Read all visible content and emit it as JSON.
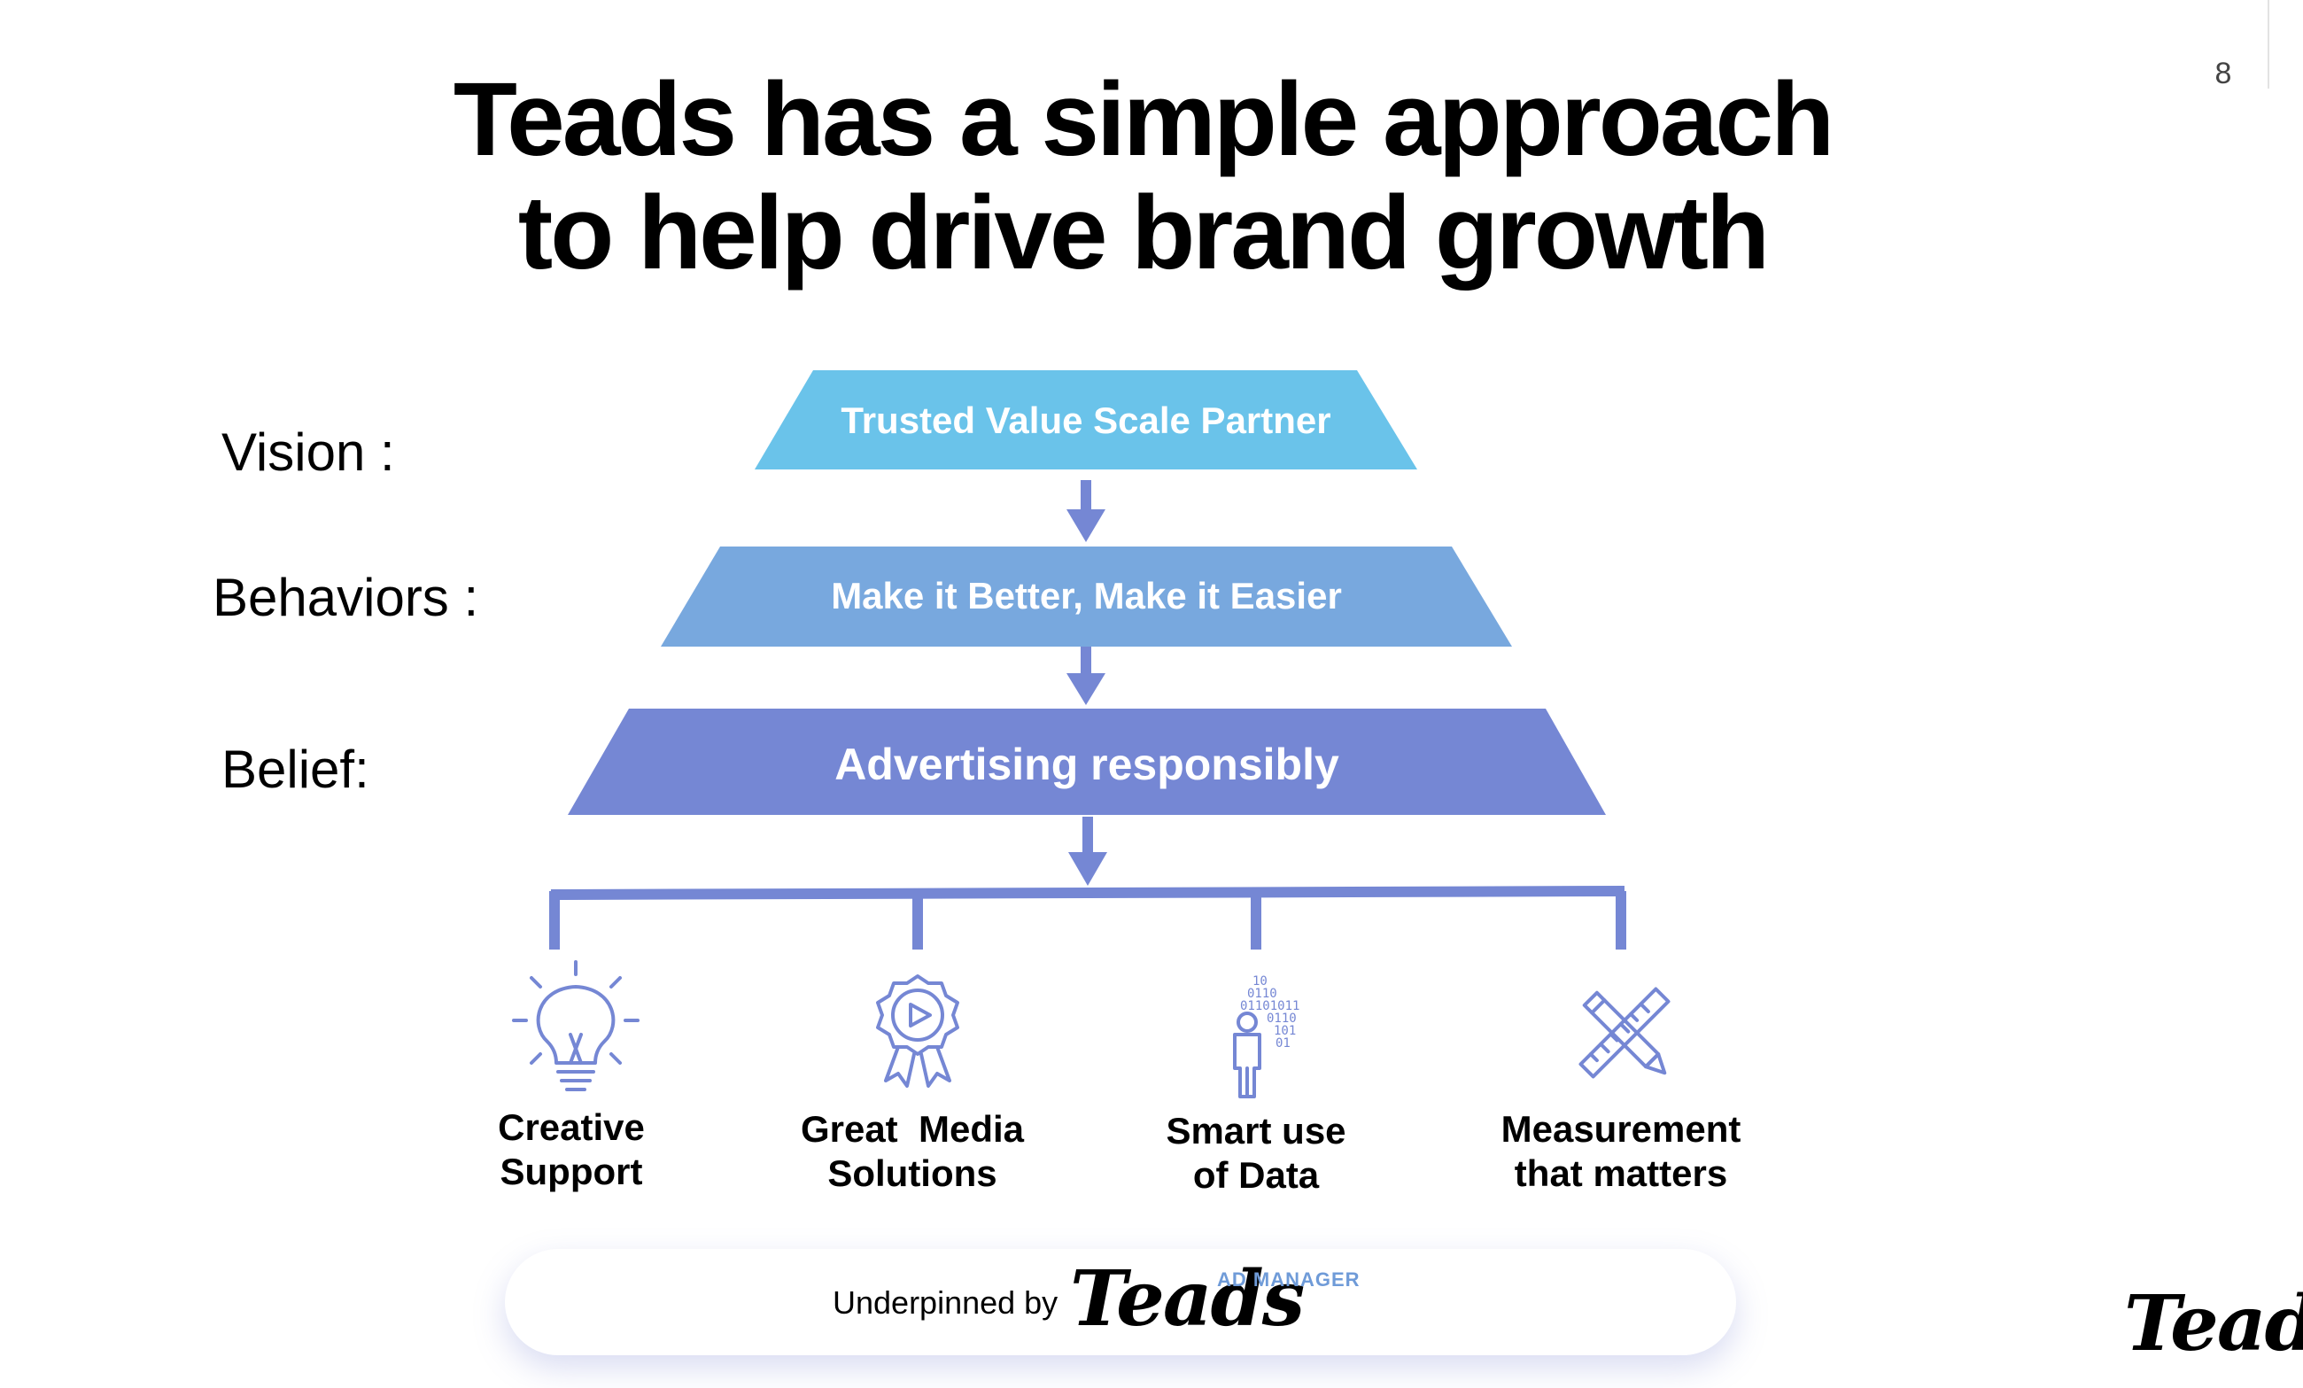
{
  "slide": {
    "page_number": "8",
    "title_line1": "Teads has a simple approach",
    "title_line2": "to help drive brand growth"
  },
  "rows": [
    {
      "label": "Vision :",
      "band_text": "Trusted Value Scale Partner",
      "color": "#6ac3ea"
    },
    {
      "label": "Behaviors :",
      "band_text": "Make it Better, Make it Easier",
      "color": "#78a8de"
    },
    {
      "label": "Belief:",
      "band_text": "Advertising responsibly",
      "color": "#7587d4"
    }
  ],
  "pillars": [
    {
      "line1": "Creative",
      "line2": "Support",
      "icon": "lightbulb-icon"
    },
    {
      "line1": "Great  Media",
      "line2": "Solutions",
      "icon": "award-badge-play-icon"
    },
    {
      "line1": "Smart use",
      "line2": "of Data",
      "icon": "person-binary-data-icon"
    },
    {
      "line1": "Measurement",
      "line2": "that matters",
      "icon": "ruler-pencil-icon"
    }
  ],
  "footer": {
    "prefix": "Underpinned by",
    "logo_text": "Teads",
    "logo_sub": "AD MANAGER"
  },
  "corner_logo": "Teads",
  "colors": {
    "connector": "#7587d4",
    "icon": "#7587d4",
    "ad_manager": "#6f9bd8"
  }
}
